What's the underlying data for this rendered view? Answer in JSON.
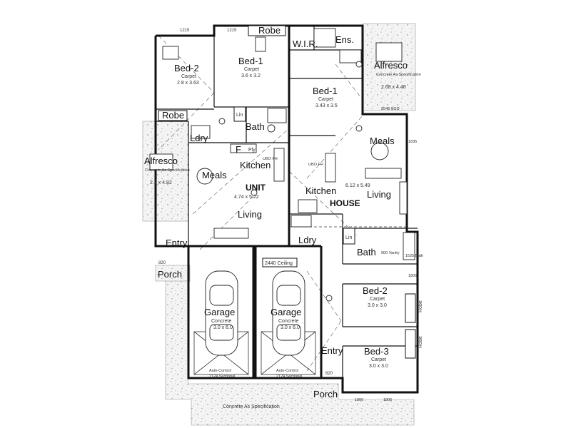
{
  "plan": {
    "unit_label": "UNIT",
    "house_label": "HOUSE",
    "dims_top": [
      "1215",
      "1215"
    ],
    "rooms": {
      "bed2_unit": {
        "name": "Bed-2",
        "finish": "Carpet",
        "size": "2.8 x 3.63"
      },
      "bed1_unit": {
        "name": "Bed-1",
        "finish": "Carpet",
        "size": "3.6 x 3.2"
      },
      "robe_unit_top": {
        "name": "Robe"
      },
      "robe_unit_left": {
        "name": "Robe"
      },
      "bath_unit": {
        "name": "Bath"
      },
      "lin_unit": {
        "name": "Lin"
      },
      "ldry_unit": {
        "name": "Ldry"
      },
      "ply_unit": {
        "name": "Ply"
      },
      "f_unit": {
        "name": "F"
      },
      "ubo_unit": {
        "name": "UBO FH"
      },
      "alfresco_unit": {
        "name": "Alfresco",
        "finish": "Concrete As Specification",
        "size": "2.3 x 4.82"
      },
      "meals_unit": {
        "name": "Meals"
      },
      "kitchen_unit": {
        "name": "Kitchen"
      },
      "living_unit": {
        "name": "Living",
        "size": "4.74 x 5.22"
      },
      "entry_unit": {
        "name": "Entry"
      },
      "porch_unit": {
        "name": "Porch"
      },
      "dim_820_unit": "820",
      "garage_unit": {
        "name": "Garage",
        "finish": "Concrete",
        "size": "3.0 x 6.0"
      },
      "garage_house": {
        "name": "Garage",
        "finish": "Concrete",
        "size": "3.0 x 6.0"
      },
      "door_unit": "Auto-Control",
      "door_unit_size": "2124 Sectional",
      "door_house": "Auto-Control",
      "door_house_size": "2124 Sectional",
      "ceiling": "2440 Ceiling",
      "wir_house": {
        "name": "W.I.R."
      },
      "ens_house": {
        "name": "Ens."
      },
      "alfresco_house": {
        "name": "Alfresco",
        "finish": "Concrete As Specification",
        "size": "2.68 x 4.48"
      },
      "dim_2548": "2548 SGD",
      "dim_1835": "1835",
      "bed1_house": {
        "name": "Bed-1",
        "finish": "Carpet",
        "size": "3.43 x 3.5"
      },
      "meals_house": {
        "name": "Meals"
      },
      "kitchen_house": {
        "name": "Kitchen"
      },
      "living_house": {
        "name": "Living",
        "size": "6.12 x 5.49"
      },
      "ubo_house": {
        "name": "UBO FH"
      },
      "lin_house": {
        "name": "Lin"
      },
      "ldry_house": {
        "name": "Ldry"
      },
      "bath_house": {
        "name": "Bath"
      },
      "vanity": "900 Vanity",
      "bath_fixture": "1525 Bath",
      "dim_1809": "1809",
      "bed2_house": {
        "name": "Bed-2",
        "finish": "Carpet",
        "size": "3.0 x 3.0"
      },
      "robe_house_1": {
        "name": "Robe"
      },
      "robe_house_2": {
        "name": "Robe"
      },
      "bed3_house": {
        "name": "Bed-3",
        "finish": "Carpet",
        "size": "3.0 x 3.0"
      },
      "entry_house": {
        "name": "Entry"
      },
      "dim_820_house": "820",
      "porch_house": {
        "name": "Porch"
      },
      "dims_bottom": [
        "1806",
        "1806"
      ],
      "driveway": "Concrete As Specification"
    }
  }
}
